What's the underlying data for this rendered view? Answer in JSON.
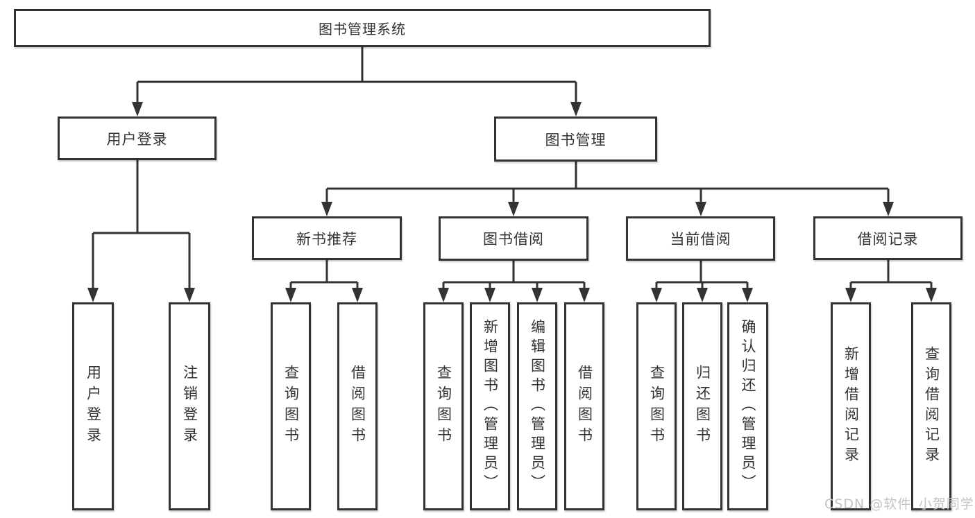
{
  "nodes": {
    "root": {
      "label": "图书管理系统"
    },
    "user_login": {
      "label": "用户登录"
    },
    "book_mgmt": {
      "label": "图书管理"
    },
    "new_book_rec": {
      "label": "新书推荐"
    },
    "book_borrow": {
      "label": "图书借阅"
    },
    "current_borrow": {
      "label": "当前借阅"
    },
    "borrow_record": {
      "label": "借阅记录"
    },
    "ul_login": {
      "label": "用户登录"
    },
    "ul_logout": {
      "label": "注销登录"
    },
    "nbr_query": {
      "label": "查询图书"
    },
    "nbr_borrow": {
      "label": "借阅图书"
    },
    "bb_query": {
      "label": "查询图书"
    },
    "bb_add": {
      "label": "新增图书（管理员）"
    },
    "bb_edit": {
      "label": "编辑图书（管理员）"
    },
    "bb_borrow": {
      "label": "借阅图书"
    },
    "cb_query": {
      "label": "查询图书"
    },
    "cb_return": {
      "label": "归还图书"
    },
    "cb_confirm": {
      "label": "确认归还（管理员）"
    },
    "br_add": {
      "label": "新增借阅记录"
    },
    "br_query": {
      "label": "查询借阅记录"
    }
  },
  "watermark": {
    "text": "CSDN @软件_小贺同学"
  },
  "colors": {
    "line": "#333333",
    "text": "#333333",
    "watermark": "#c3c3c3",
    "background": "#ffffff"
  }
}
